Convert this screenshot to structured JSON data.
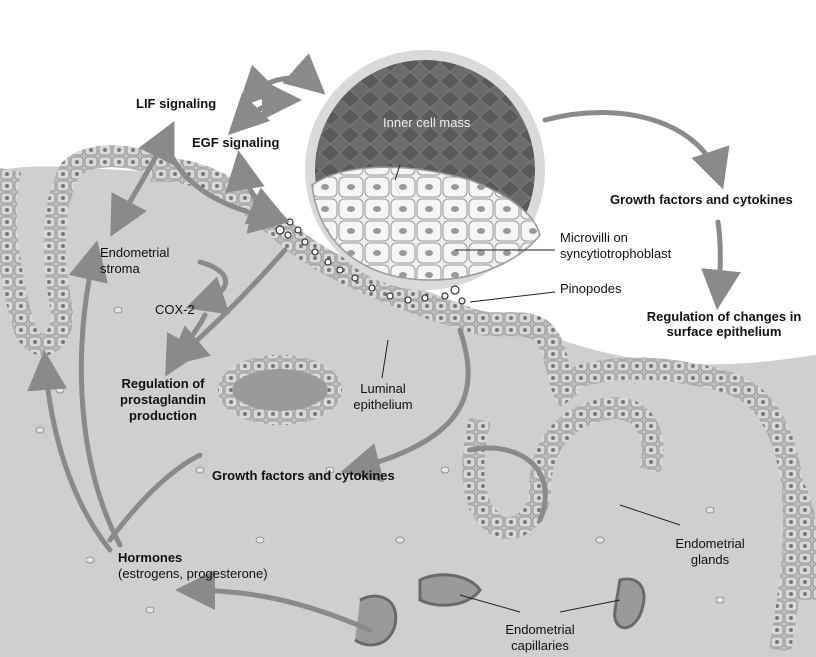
{
  "labels": {
    "lif": "LIF signaling",
    "egf": "EGF signaling",
    "inner_cell_mass": "Inner cell mass",
    "growth_top": "Growth factors and cytokines",
    "microvilli_1": "Microvilli on",
    "microvilli_2": "syncytiotrophoblast",
    "pinopodes": "Pinopodes",
    "reg_surface_1": "Regulation of changes in",
    "reg_surface_2": "surface epithelium",
    "stroma_1": "Endometrial",
    "stroma_2": "stroma",
    "cox2": "COX-2",
    "reg_pg_1": "Regulation of",
    "reg_pg_2": "prostaglandin",
    "reg_pg_3": "production",
    "luminal_1": "Luminal",
    "luminal_2": "epithelium",
    "growth_bottom": "Growth factors and cytokines",
    "hormones": "Hormones",
    "hormones_sub": "(estrogens, progesterone)",
    "glands_1": "Endometrial",
    "glands_2": "glands",
    "capillaries_1": "Endometrial",
    "capillaries_2": "capillaries"
  },
  "colors": {
    "tissue": "#c9c9c9",
    "epithelium": "#9a9a9a",
    "arrow": "#8a8a8a",
    "blastocyst_dark": "#5a5a5a",
    "blastocyst_light": "#e6e6e6"
  }
}
